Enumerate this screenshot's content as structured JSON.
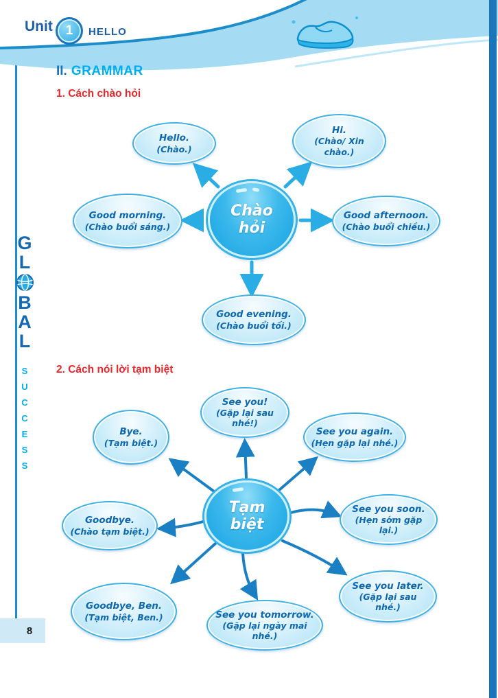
{
  "header": {
    "unit_label": "Unit",
    "unit_number": "1",
    "unit_title": "HELLO"
  },
  "grammar": {
    "prefix": "II.",
    "title": "GRAMMAR"
  },
  "sections": {
    "greetings_title": "1. Cách chào hỏi",
    "farewells_title": "2. Cách nói lời tạm biệt"
  },
  "greetings_map": {
    "center": "Chào hỏi",
    "nodes": [
      {
        "en": "Hello.",
        "vi": "(Chào.)"
      },
      {
        "en": "Hi.",
        "vi": "(Chào/ Xin chào.)"
      },
      {
        "en": "Good morning.",
        "vi": "(Chào buổi sáng.)"
      },
      {
        "en": "Good afternoon.",
        "vi": "(Chào buổi chiều.)"
      },
      {
        "en": "Good evening.",
        "vi": "(Chào buổi tối.)"
      }
    ]
  },
  "farewells_map": {
    "center": "Tạm biệt",
    "nodes": [
      {
        "en": "See you!",
        "vi": "(Gặp lại sau nhé!)"
      },
      {
        "en": "Bye.",
        "vi": "(Tạm biệt.)"
      },
      {
        "en": "See you again.",
        "vi": "(Hẹn gặp lại nhé.)"
      },
      {
        "en": "Goodbye.",
        "vi": "(Chào tạm biệt.)"
      },
      {
        "en": "See you soon.",
        "vi": "(Hẹn sớm gặp lại.)"
      },
      {
        "en": "Goodbye, Ben.",
        "vi": "(Tạm biệt, Ben.)"
      },
      {
        "en": "See you tomorrow.",
        "vi": "(Gặp lại ngày mai nhé.)"
      },
      {
        "en": "See you later.",
        "vi": "(Gặp lại sau nhé.)"
      }
    ]
  },
  "brand": {
    "letters_before_globe": [
      "G",
      "L"
    ],
    "letters_after_globe": [
      "B",
      "A",
      "L"
    ],
    "success_letters": [
      "S",
      "U",
      "C",
      "C",
      "E",
      "S",
      "S"
    ]
  },
  "footer": {
    "page_number": "8"
  },
  "colors": {
    "dark_blue": "#1b75bb",
    "cyan": "#00aeef",
    "red": "#e8272c",
    "band_blue": "#a6dcf3",
    "arrow_cyan": "#2aade4",
    "arrow_blue": "#1b7fc4",
    "bubble_border": "#3db0e5"
  }
}
